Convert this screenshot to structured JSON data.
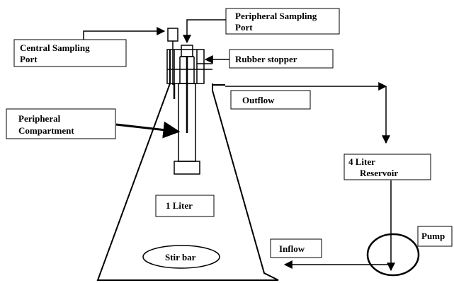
{
  "labels": {
    "peripheral_sampling_port": [
      "Peripheral Sampling",
      "Port"
    ],
    "central_sampling_port": [
      "Central Sampling",
      "Port"
    ],
    "rubber_stopper": "Rubber stopper",
    "outflow": "Outflow",
    "peripheral_compartment": [
      "Peripheral",
      "Compartment"
    ],
    "reservoir": [
      "4 Liter",
      "Reservoir"
    ],
    "flask_volume": "1 Liter",
    "pump": "Pump",
    "inflow": "Inflow",
    "stir_bar": "Stir bar"
  },
  "colors": {
    "stroke": "#000000",
    "background": "#ffffff"
  }
}
